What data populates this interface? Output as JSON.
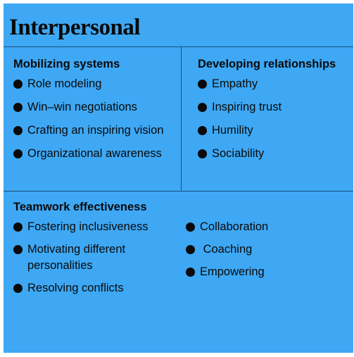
{
  "title": "Interpersonal",
  "sections": {
    "mobilizing": {
      "heading": "Mobilizing systems",
      "items": [
        "Role modeling",
        "Win–win negotiations",
        "Crafting an inspiring vision",
        "Organizational awareness"
      ]
    },
    "developing": {
      "heading": "Developing relationships",
      "items": [
        "Empathy",
        "Inspiring trust",
        "Humility",
        "Sociability"
      ]
    },
    "teamwork": {
      "heading": "Teamwork effectiveness",
      "left_items": [
        "Fostering inclusiveness",
        "Motivating different personalities",
        "Resolving conflicts"
      ],
      "right_items": [
        "Collaboration",
        " Coaching",
        "Empowering"
      ]
    }
  },
  "colors": {
    "panel_background": "#3ea8f4",
    "divider": "#1f4f7a",
    "text": "#0a0a0a"
  },
  "bullet_icon": "filled-circle"
}
